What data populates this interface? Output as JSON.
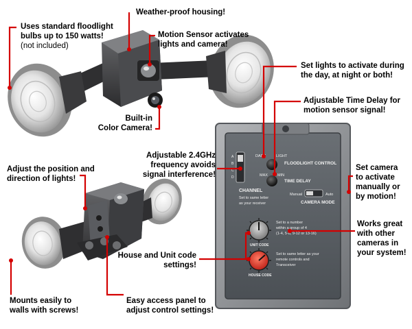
{
  "callouts": {
    "floodlight_bulbs": {
      "lines": [
        "Uses standard floodlight",
        "bulbs up to 150 watts!"
      ],
      "note": "(not included)"
    },
    "weatherproof_housing": {
      "lines": [
        "Weather-proof housing!"
      ]
    },
    "motion_sensor": {
      "lines": [
        "Motion Sensor activates",
        "lights and camera!"
      ]
    },
    "color_camera": {
      "lines": [
        "Built-in",
        "Color Camera!"
      ]
    },
    "set_lights": {
      "lines": [
        "Set lights to activate during",
        "the day, at night or both!"
      ]
    },
    "time_delay": {
      "lines": [
        "Adjustable Time Delay for",
        "motion sensor signal!"
      ]
    },
    "frequency": {
      "lines": [
        "Adjustable 2.4GHz",
        "frequency avoids",
        "signal interference!"
      ]
    },
    "camera_mode": {
      "lines": [
        "Set camera",
        "to activate",
        "manually or",
        "by motion!"
      ]
    },
    "adjust_position": {
      "lines": [
        "Adjust the position and",
        "direction of lights!"
      ]
    },
    "other_cameras": {
      "lines": [
        "Works great",
        "with other",
        "cameras in",
        "your system!"
      ]
    },
    "house_unit_code": {
      "lines": [
        "House and Unit code",
        "settings!"
      ]
    },
    "mounts_easily": {
      "lines": [
        "Mounts easily to",
        "walls with screws!"
      ]
    },
    "access_panel": {
      "lines": [
        "Easy access panel to",
        "adjust control settings!"
      ]
    }
  },
  "panel": {
    "dark_label": "DARK",
    "light_label": "LIGHT",
    "floodlight_control": "FLOODLIGHT CONTROL",
    "max_label": "MAX",
    "min_label": "MIN",
    "time_delay": "TIME DELAY",
    "channel_letters": [
      "A",
      "B",
      "C",
      "D"
    ],
    "channel_label": "CHANNEL",
    "channel_note": [
      "Set to same letter",
      "as your receiver"
    ],
    "manual_label": "Manual",
    "auto_label": "Auto",
    "camera_mode": "CAMERA MODE",
    "unit_note": [
      "Set to a number",
      "within a group of 4",
      "(1-4, 5-8, 9-12 or 13-16)"
    ],
    "unit_code": "UNIT CODE",
    "house_note": [
      "Set to same letter as your",
      "remote controls and",
      "Transceiver"
    ],
    "house_code": "HOUSE CODE"
  },
  "colors": {
    "callout_line": "#d40000",
    "panel_face": "#5c6166",
    "panel_frame": "#8d9094",
    "housing": "#3e3e40"
  }
}
